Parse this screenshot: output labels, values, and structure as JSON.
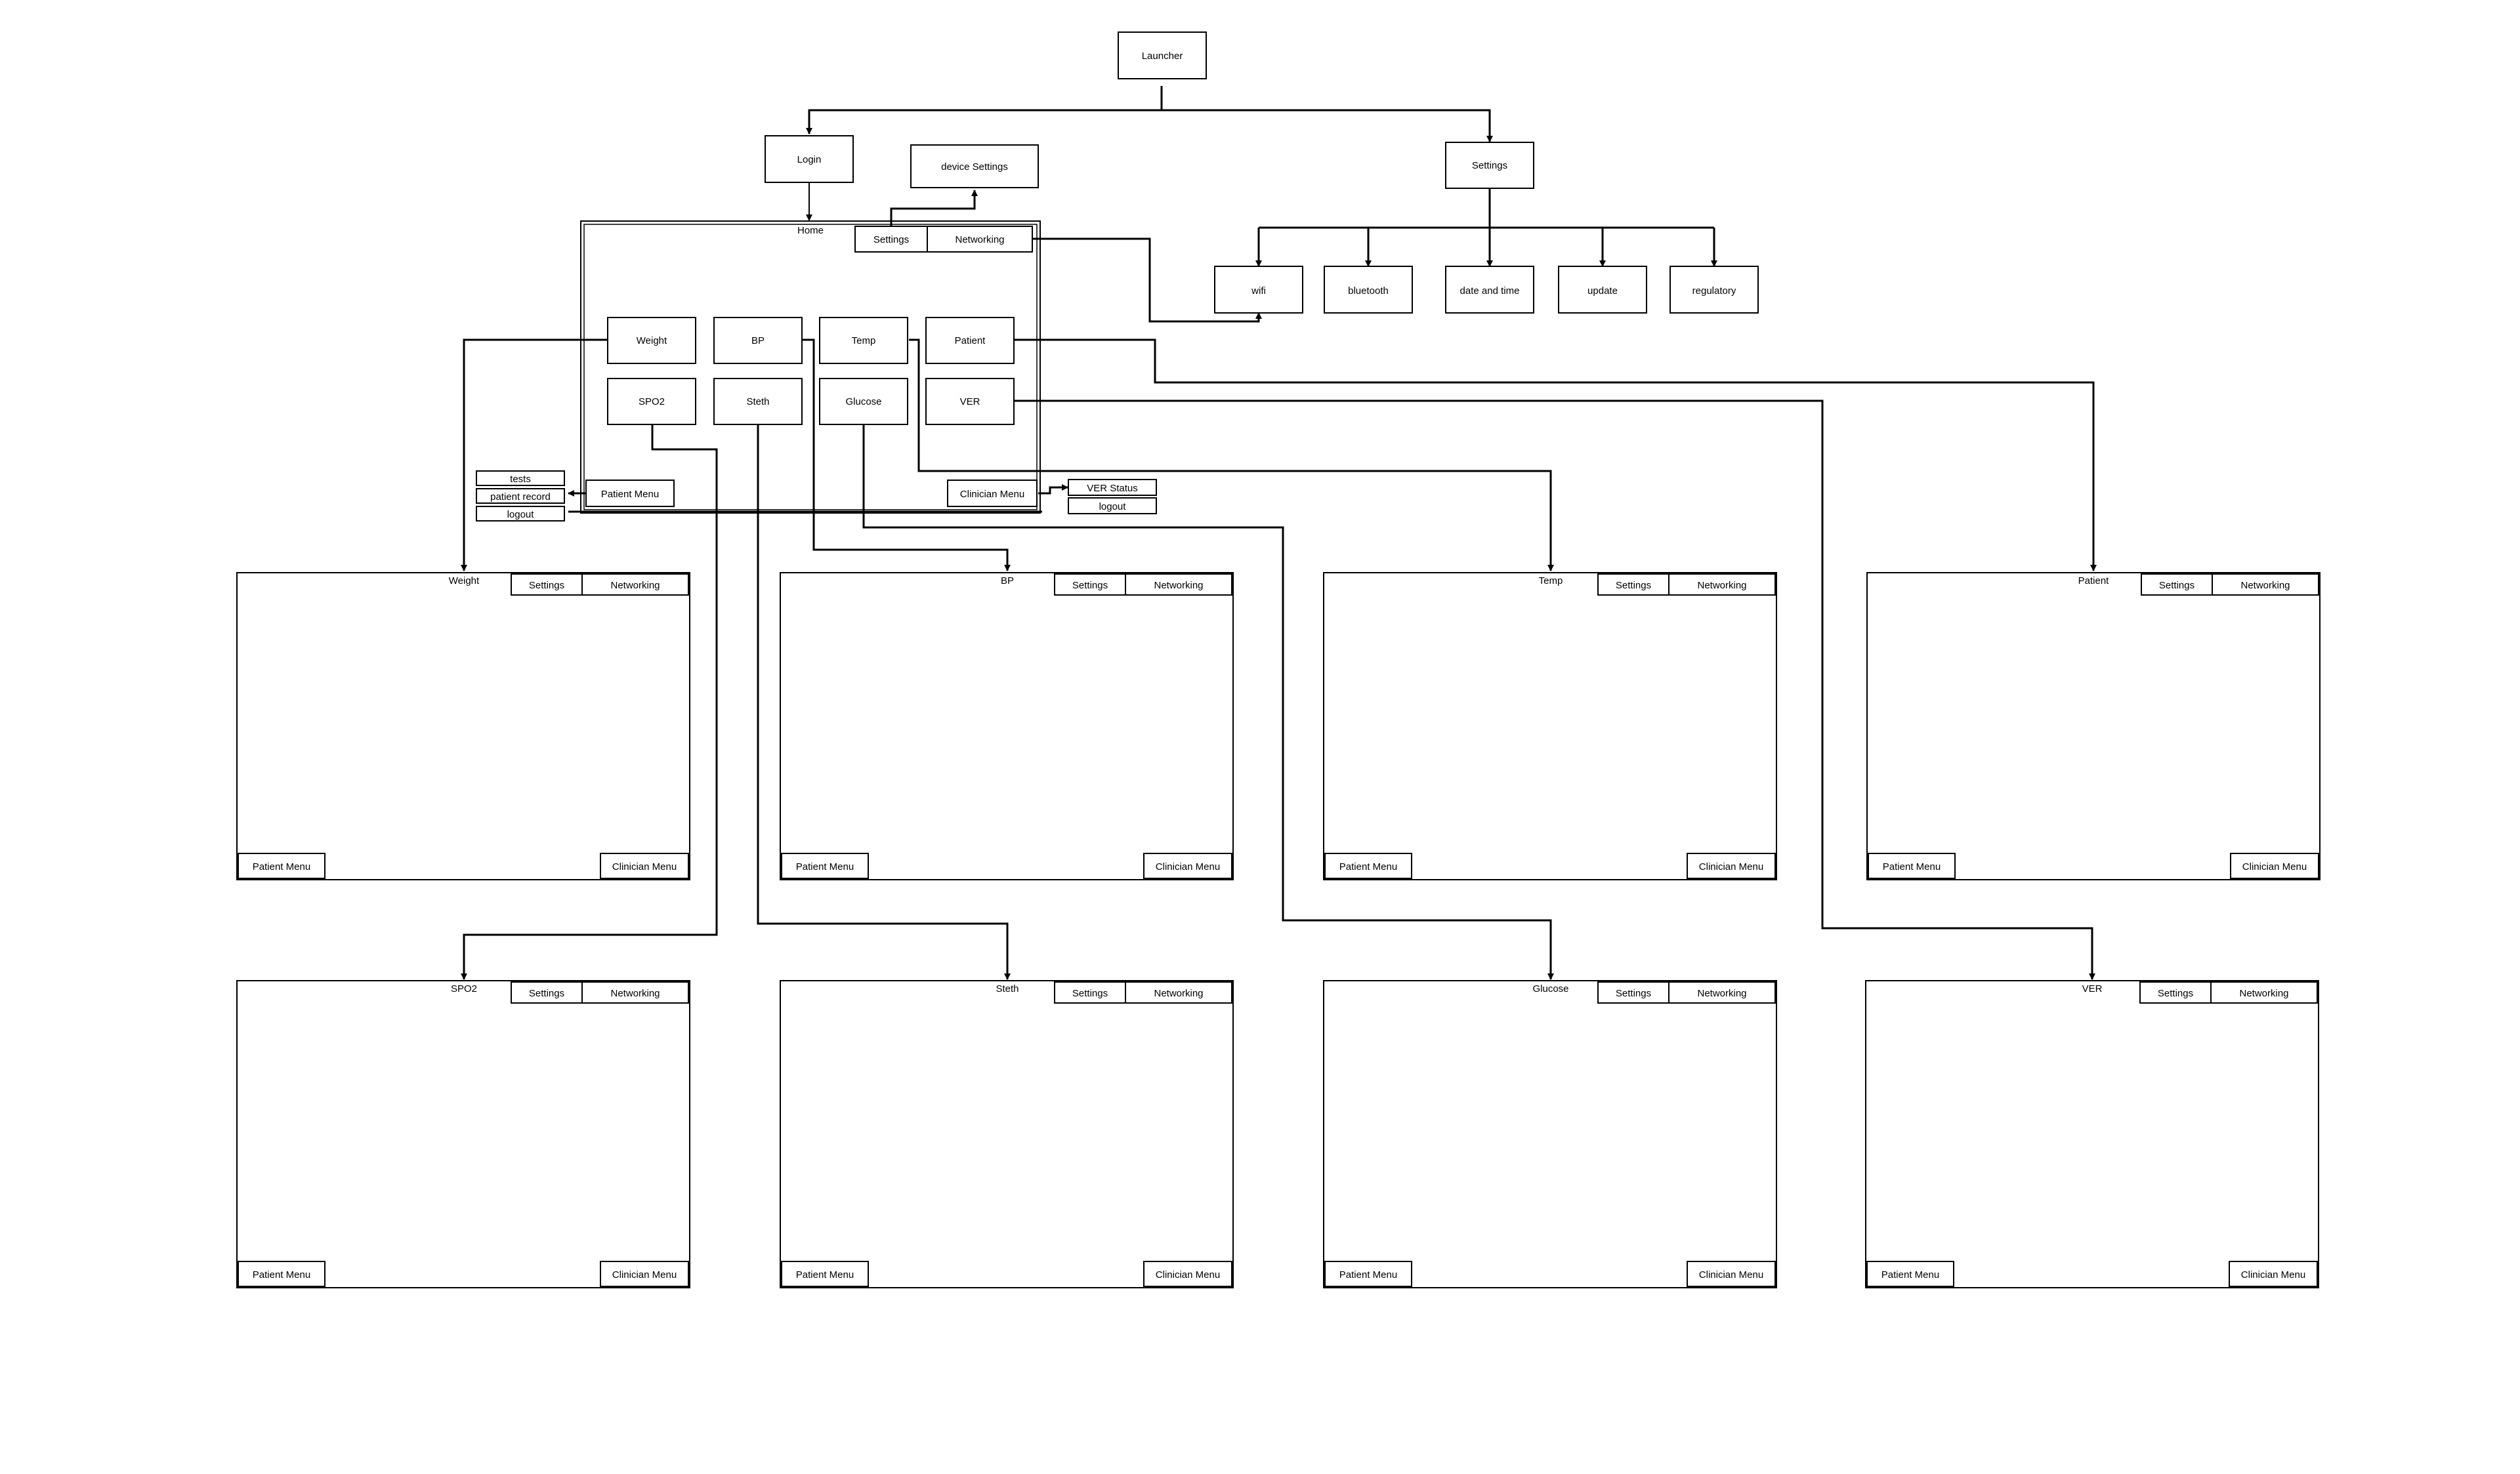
{
  "launcher": "Launcher",
  "login": "Login",
  "device_settings": "device Settings",
  "settings": "Settings",
  "settings_items": [
    "wifi",
    "bluetooth",
    "date and time",
    "update",
    "regulatory"
  ],
  "home": {
    "title": "Home",
    "settings": "Settings",
    "networking": "Networking",
    "tiles": [
      "Weight",
      "BP",
      "Temp",
      "Patient",
      "SPO2",
      "Steth",
      "Glucose",
      "VER"
    ],
    "patient_menu": "Patient Menu",
    "patient_menu_items": [
      "tests",
      "patient record",
      "logout"
    ],
    "clinician_menu": "Clinician Menu",
    "clinician_menu_items": [
      "VER Status",
      "logout"
    ]
  },
  "screens": [
    {
      "title": "Weight",
      "settings": "Settings",
      "networking": "Networking",
      "patient_menu": "Patient Menu",
      "clinician_menu": "Clinician Menu"
    },
    {
      "title": "BP",
      "settings": "Settings",
      "networking": "Networking",
      "patient_menu": "Patient Menu",
      "clinician_menu": "Clinician Menu"
    },
    {
      "title": "Temp",
      "settings": "Settings",
      "networking": "Networking",
      "patient_menu": "Patient Menu",
      "clinician_menu": "Clinician Menu"
    },
    {
      "title": "Patient",
      "settings": "Settings",
      "networking": "Networking",
      "patient_menu": "Patient Menu",
      "clinician_menu": "Clinician Menu"
    },
    {
      "title": "SPO2",
      "settings": "Settings",
      "networking": "Networking",
      "patient_menu": "Patient Menu",
      "clinician_menu": "Clinician Menu"
    },
    {
      "title": "Steth",
      "settings": "Settings",
      "networking": "Networking",
      "patient_menu": "Patient Menu",
      "clinician_menu": "Clinician Menu"
    },
    {
      "title": "Glucose",
      "settings": "Settings",
      "networking": "Networking",
      "patient_menu": "Patient Menu",
      "clinician_menu": "Clinician Menu"
    },
    {
      "title": "VER",
      "settings": "Settings",
      "networking": "Networking",
      "patient_menu": "Patient Menu",
      "clinician_menu": "Clinician Menu"
    }
  ]
}
